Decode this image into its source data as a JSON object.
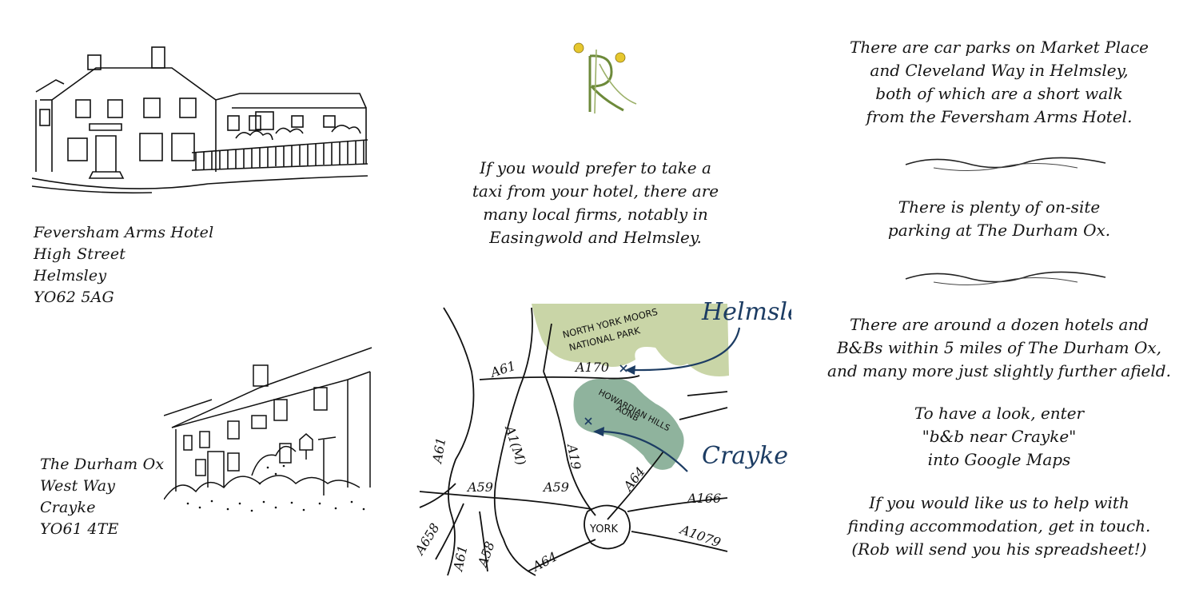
{
  "left": {
    "address1": [
      "Feversham Arms Hotel",
      "High Street",
      "Helmsley",
      "YO62 5AG"
    ],
    "address2": [
      "The Durham Ox",
      "West Way",
      "Crayke",
      "YO61 4TE"
    ]
  },
  "middle": {
    "taxi_text": [
      "If you would prefer to take a",
      "taxi from your hotel, there are",
      "many local firms, notably in",
      "Easingwold and Helmsley."
    ],
    "map": {
      "park_label": [
        "NORTH YORK MOORS",
        "NATIONAL PARK"
      ],
      "aonb_label": [
        "HOWARDIAN HILLS",
        "AONB"
      ],
      "helmsley": "Helmsley",
      "crayke": "Crayke",
      "york": "YORK",
      "roads": {
        "a61_top": "A61",
        "a170": "A170",
        "a1m": "A1(M)",
        "a19": "A19",
        "a61_left": "A61",
        "a59_left": "A59",
        "a59_right": "A59",
        "a64_ne": "A64",
        "a166": "A166",
        "a658": "A658",
        "a61_bottom": "A61",
        "a58": "A58",
        "a64_sw": "A64",
        "a1079": "A1079"
      },
      "colors": {
        "park": "#c9d5a7",
        "aonb": "#8fb39d",
        "blue": "#1c3c63"
      }
    }
  },
  "right": {
    "parking_helmsley": [
      "There are car parks on Market Place",
      "and Cleveland Way in Helmsley,",
      "both of which are a short walk",
      "from the Feversham Arms Hotel."
    ],
    "parking_durham": [
      "There is plenty of on-site",
      "parking at The Durham Ox."
    ],
    "hotels": [
      "There are around a dozen hotels and",
      "B&Bs within 5 miles of The Durham Ox,",
      "and many more just slightly further afield."
    ],
    "google": [
      "To have a look, enter",
      "\"b&b near Crayke\"",
      "into Google Maps"
    ],
    "help": [
      "If you would like us to help with",
      "finding accommodation, get in touch.",
      "(Rob will send you his spreadsheet!)"
    ]
  }
}
